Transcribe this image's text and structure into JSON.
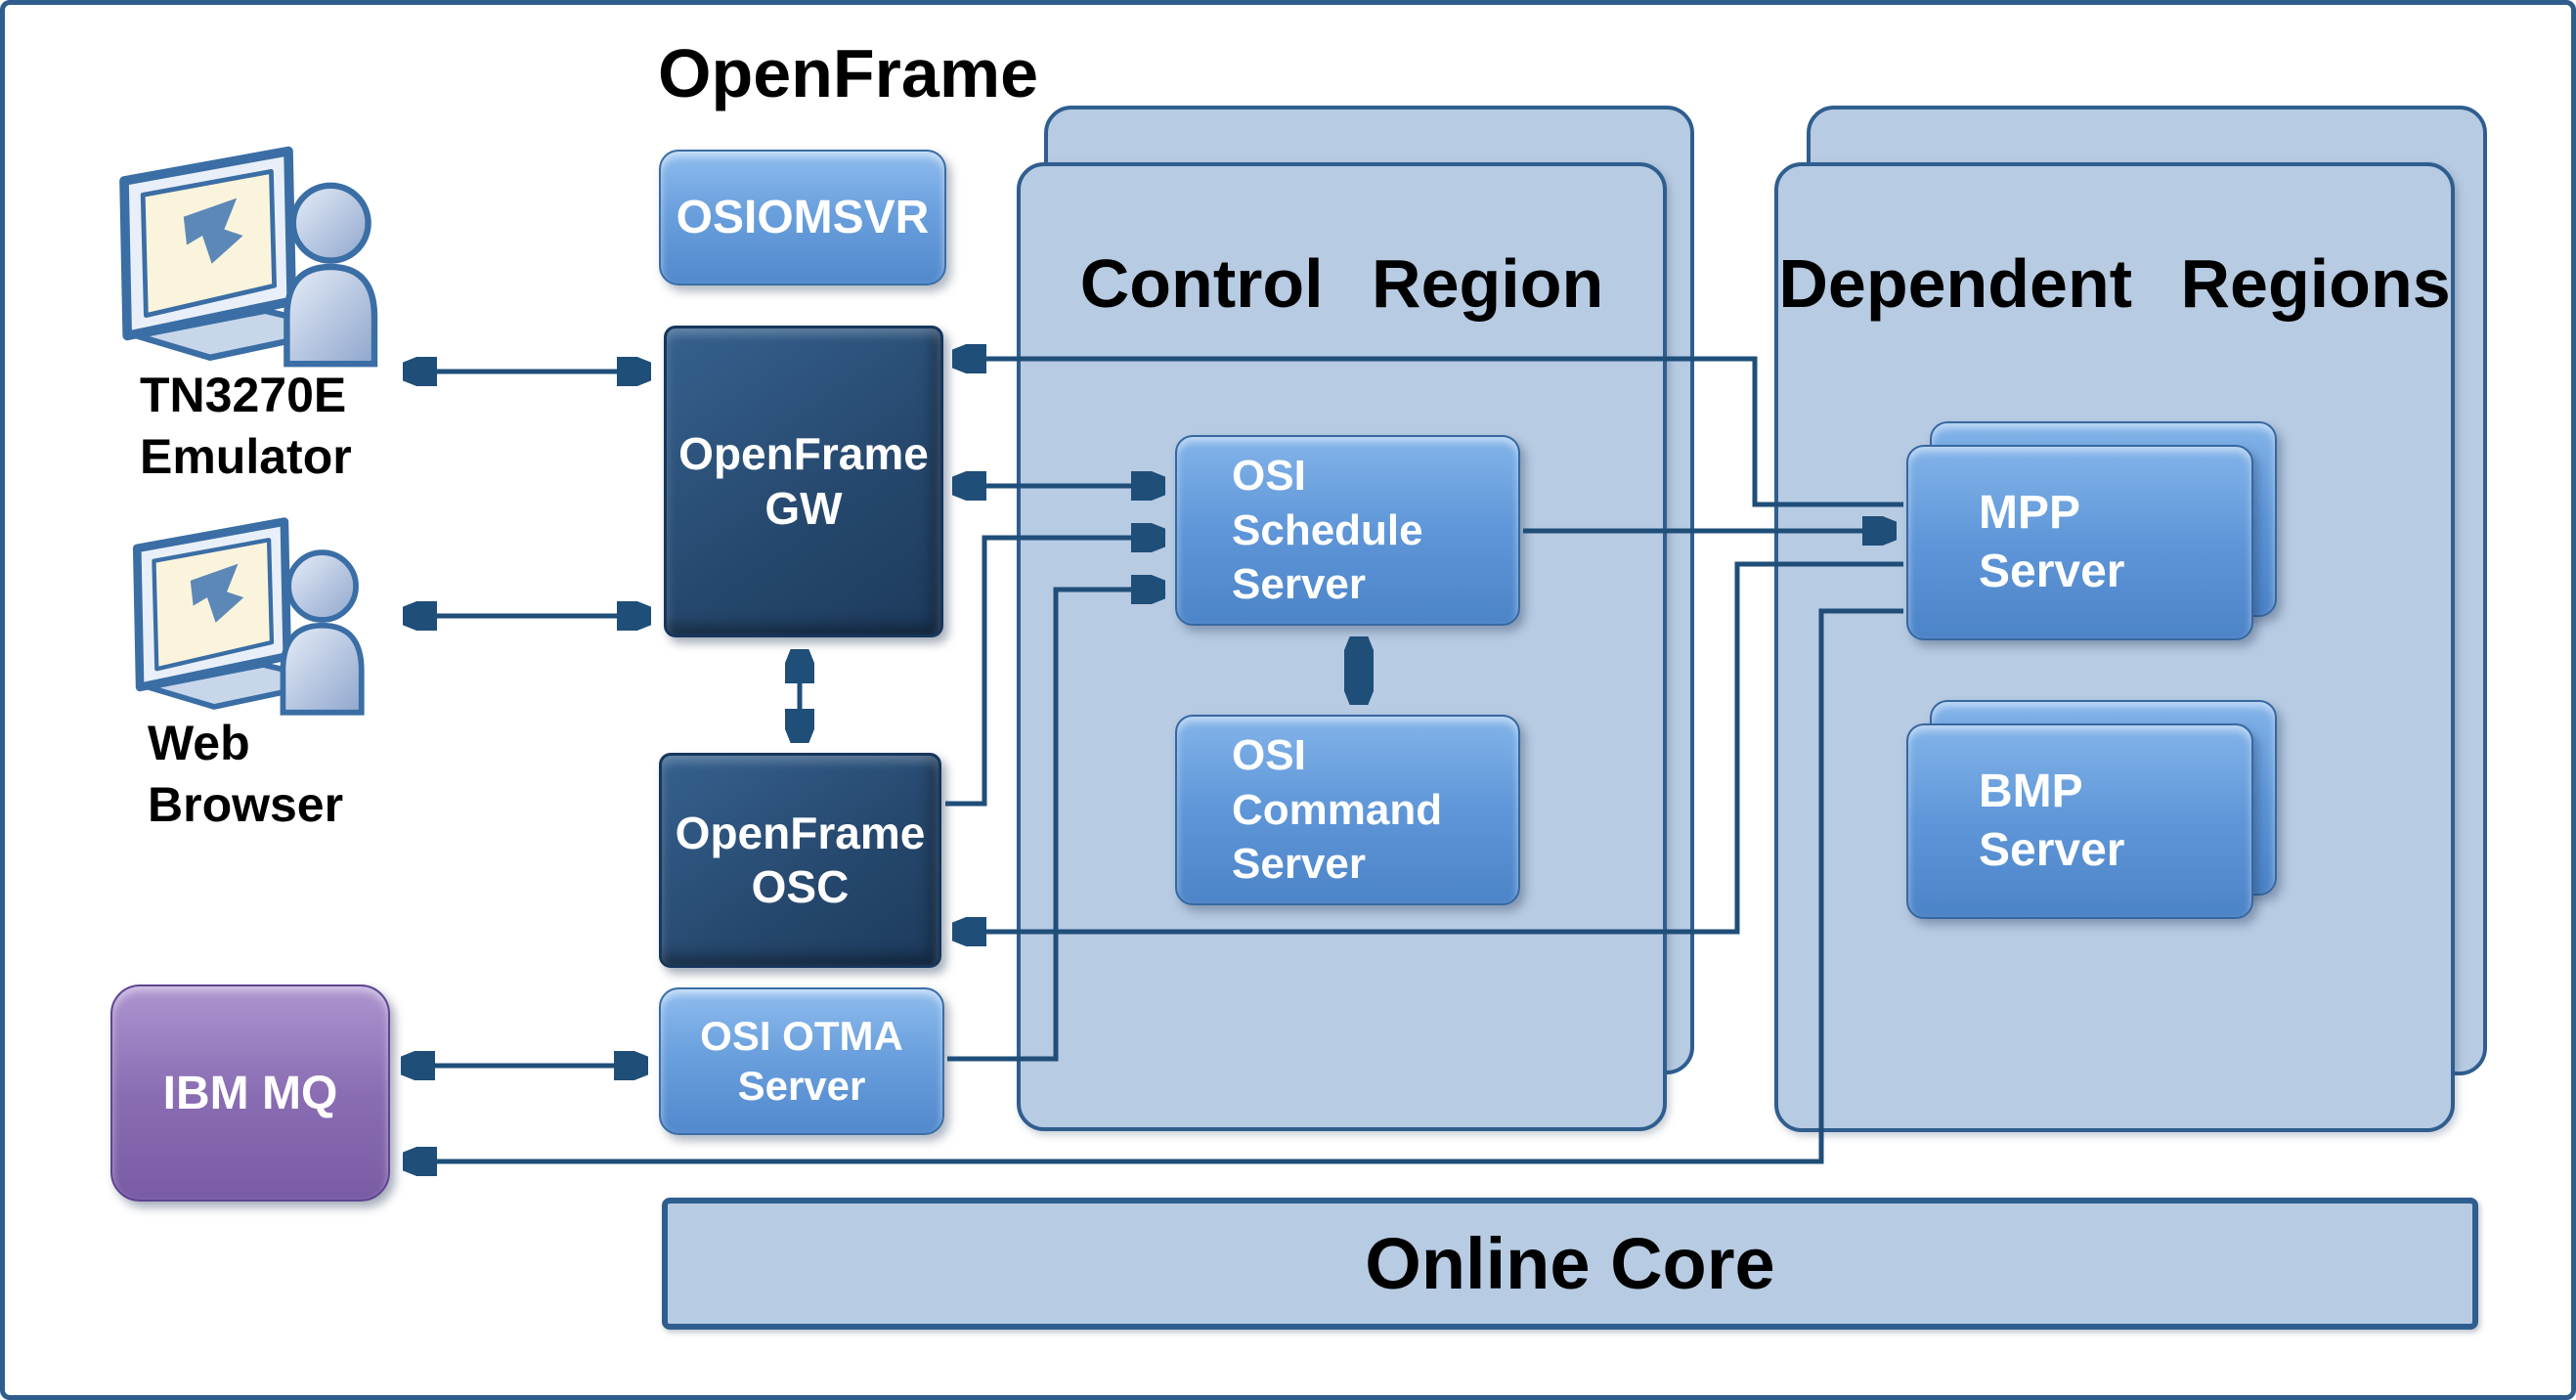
{
  "diagram_title": "OpenFrame",
  "actors": {
    "tn3270e": {
      "label": "TN3270E\nEmulator",
      "icon": "monitor-user-icon"
    },
    "web_browser": {
      "label": "Web\nBrowser",
      "icon": "monitor-user-icon"
    }
  },
  "nodes": {
    "osiomsvr": {
      "label": "OSIOMSVR"
    },
    "openframe_gw": {
      "label": "OpenFrame\nGW"
    },
    "openframe_osc": {
      "label": "OpenFrame\nOSC"
    },
    "osi_otma": {
      "label": "OSI OTMA\nServer"
    },
    "ibm_mq": {
      "label": "IBM MQ"
    },
    "online_core": {
      "label": "Online Core"
    }
  },
  "regions": {
    "control": {
      "title": "Control Region",
      "servers": {
        "schedule": {
          "label": "OSI\nSchedule\nServer"
        },
        "command": {
          "label": "OSI\nCommand\nServer"
        }
      }
    },
    "dependent": {
      "title": "Dependent Regions",
      "servers": {
        "mpp": {
          "label": "MPP\nServer"
        },
        "bmp": {
          "label": "BMP\nServer"
        }
      }
    }
  },
  "connections": [
    {
      "from": "TN3270E Emulator",
      "to": "OpenFrame GW",
      "direction": "bidirectional"
    },
    {
      "from": "Web Browser",
      "to": "OpenFrame GW",
      "direction": "bidirectional"
    },
    {
      "from": "OpenFrame GW",
      "to": "OpenFrame OSC",
      "direction": "bidirectional"
    },
    {
      "from": "OpenFrame GW",
      "to": "OSI Schedule Server",
      "direction": "bidirectional"
    },
    {
      "from": "OpenFrame OSC",
      "to": "OSI Schedule Server",
      "direction": "one-way"
    },
    {
      "from": "OSI OTMA Server",
      "to": "OSI Schedule Server",
      "direction": "one-way"
    },
    {
      "from": "OSI Schedule Server",
      "to": "OSI Command Server",
      "direction": "bidirectional"
    },
    {
      "from": "OSI Schedule Server",
      "to": "MPP Server",
      "direction": "one-way"
    },
    {
      "from": "MPP Server",
      "to": "OpenFrame GW",
      "direction": "one-way"
    },
    {
      "from": "MPP Server",
      "to": "OpenFrame OSC",
      "direction": "one-way"
    },
    {
      "from": "MPP Server",
      "to": "IBM MQ",
      "direction": "one-way"
    },
    {
      "from": "IBM MQ",
      "to": "OSI OTMA Server",
      "direction": "bidirectional"
    }
  ],
  "colors": {
    "arrow": "#1F4E79",
    "region_fill": "#B7CBE3",
    "region_border": "#2F5E8E",
    "light_box": "#5E96D8",
    "dark_box": "#27496F",
    "purple_box": "#8A6DB3",
    "text_on_box": "#FFFFFF",
    "text_title": "#000000"
  }
}
